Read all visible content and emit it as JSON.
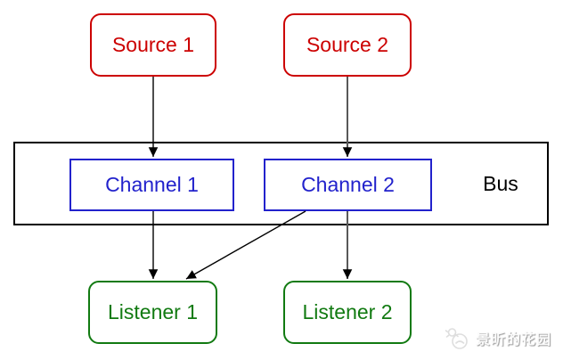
{
  "diagram": {
    "nodes": {
      "source1": {
        "label": "Source 1",
        "shape": "rounded-rect",
        "color": "#cc0000"
      },
      "source2": {
        "label": "Source 2",
        "shape": "rounded-rect",
        "color": "#cc0000"
      },
      "bus": {
        "label": "Bus",
        "shape": "rect",
        "color": "#000000"
      },
      "channel1": {
        "label": "Channel 1",
        "shape": "rect",
        "color": "#2222cc"
      },
      "channel2": {
        "label": "Channel 2",
        "shape": "rect",
        "color": "#2222cc"
      },
      "listener1": {
        "label": "Listener 1",
        "shape": "rounded-rect",
        "color": "#117a11"
      },
      "listener2": {
        "label": "Listener 2",
        "shape": "rounded-rect",
        "color": "#117a11"
      }
    },
    "edges": [
      {
        "from": "source1",
        "to": "channel1"
      },
      {
        "from": "source2",
        "to": "channel2"
      },
      {
        "from": "channel1",
        "to": "listener1"
      },
      {
        "from": "channel2",
        "to": "listener1"
      },
      {
        "from": "channel2",
        "to": "listener2"
      }
    ],
    "colors": {
      "source": "#cc0000",
      "channel": "#2222cc",
      "listener": "#117a11",
      "bus_border": "#000000",
      "arrow": "#000000",
      "arrow_alt": "#595959"
    }
  },
  "watermark": {
    "text": "景昕的花园",
    "icon": "garden-logo-icon"
  }
}
